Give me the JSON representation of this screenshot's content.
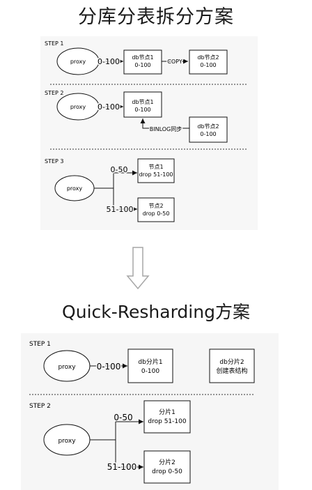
{
  "top": {
    "title": "分库分表拆分方案",
    "step1": {
      "label": "STEP 1",
      "proxy": "proxy",
      "edge": "0-100",
      "node1": [
        "db节点1",
        "0-100"
      ],
      "copy": "COPY",
      "node2": [
        "db节点2",
        "0-100"
      ]
    },
    "step2": {
      "label": "STEP 2",
      "proxy": "proxy",
      "edge": "0-100",
      "node1": [
        "db节点1",
        "0-100"
      ],
      "binlog": "BINLOG同步",
      "node2": [
        "db节点2",
        "0-100"
      ]
    },
    "step3": {
      "label": "STEP 3",
      "proxy": "proxy",
      "edge1": "0-50",
      "edge2": "51-100",
      "node1": [
        "节点1",
        "drop 51-100"
      ],
      "node2": [
        "节点2",
        "drop 0-50"
      ]
    }
  },
  "bottom": {
    "title": "Quick-Resharding方案",
    "step1": {
      "label": "STEP 1",
      "proxy": "proxy",
      "edge": "0-100",
      "shard1": [
        "db分片1",
        "0-100"
      ],
      "shard2": [
        "db分片2",
        "创建表结构"
      ]
    },
    "step2": {
      "label": "STEP 2",
      "proxy": "proxy",
      "edge1": "0-50",
      "edge2": "51-100",
      "shard1": [
        "分片1",
        "drop 51-100"
      ],
      "shard2": [
        "分片2",
        "drop 0-50"
      ]
    }
  }
}
